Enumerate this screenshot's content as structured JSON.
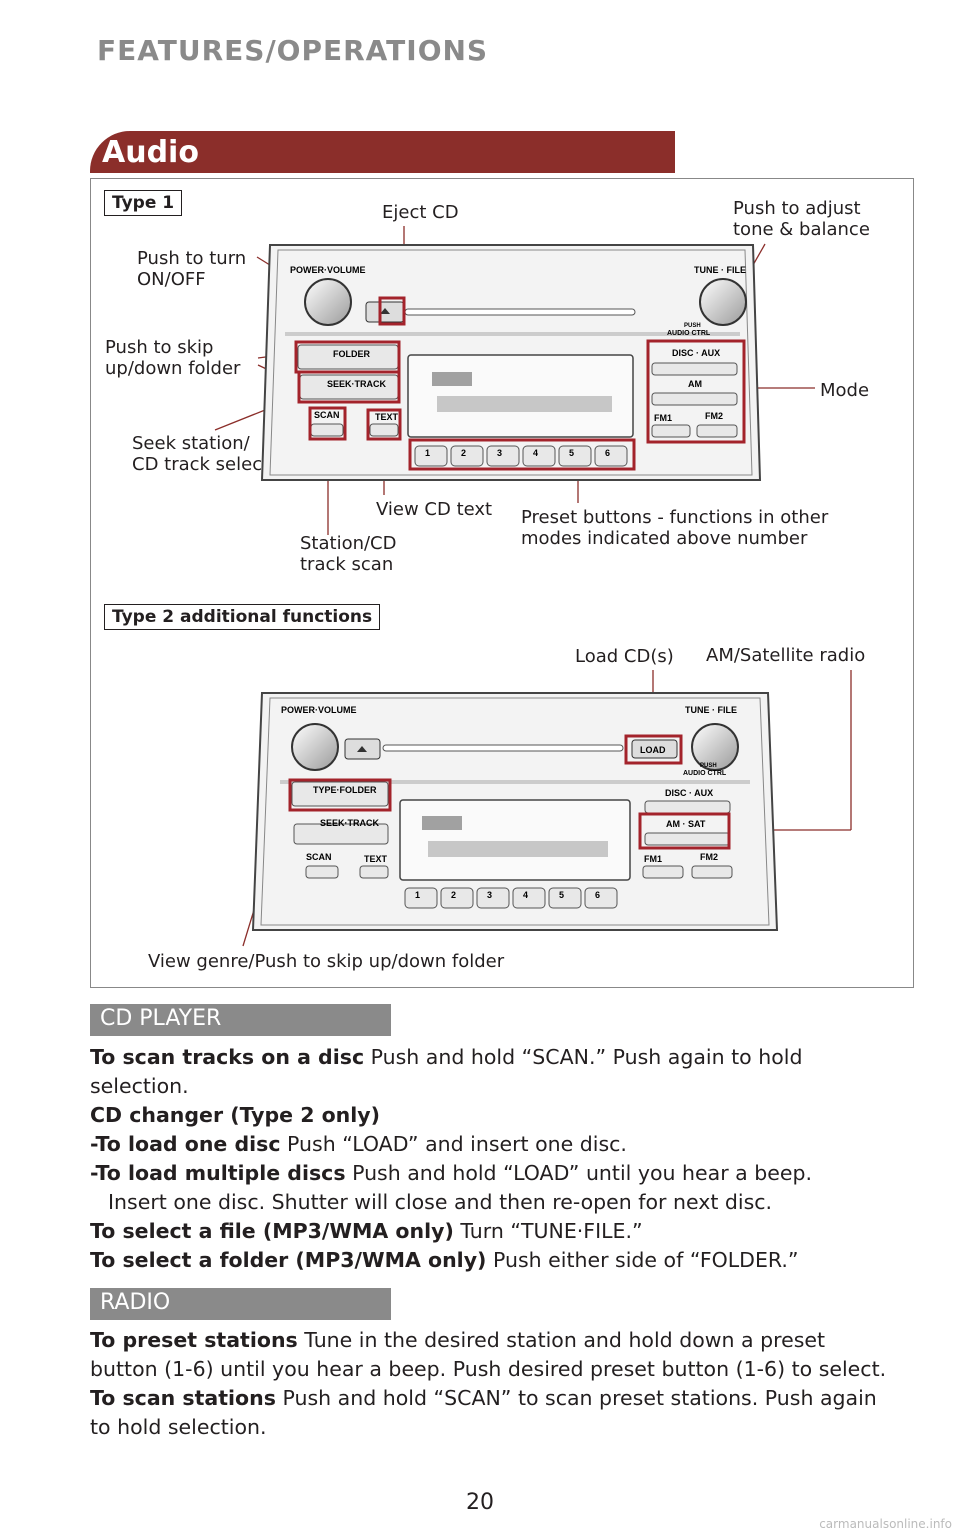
{
  "header": {
    "title": "FEATURES/OPERATIONS"
  },
  "audio": {
    "title": "Audio"
  },
  "type1": {
    "tag": "Type 1",
    "callouts": {
      "eject": "Eject CD",
      "tone": "Push to adjust\ntone & balance",
      "power": "Push to turn\nON/OFF",
      "folder": "Push to skip\nup/down folder",
      "mode": "Mode",
      "seek": "Seek station/\nCD track select",
      "text": "View CD text",
      "preset": "Preset buttons - functions in other\nmodes indicated above number",
      "scan": "Station/CD\ntrack scan"
    },
    "unit": {
      "power_volume": "POWER·VOLUME",
      "tune_file": "TUNE · FILE",
      "push_audio": "PUSH",
      "audio_ctrl": "AUDIO CTRL",
      "folder": "FOLDER",
      "seek_track": "SEEK·TRACK",
      "scan": "SCAN",
      "text": "TEXT",
      "disc_aux": "DISC · AUX",
      "am": "AM",
      "fm1": "FM1",
      "fm2": "FM2",
      "presets": [
        "1",
        "2",
        "3",
        "4",
        "5",
        "6"
      ]
    }
  },
  "type2": {
    "tag": "Type 2 additional functions",
    "callouts": {
      "load": "Load CD(s)",
      "satellite": "AM/Satellite radio",
      "genre": "View genre/Push to skip up/down folder"
    },
    "unit": {
      "power_volume": "POWER·VOLUME",
      "tune_file": "TUNE · FILE",
      "load": "LOAD",
      "push_audio": "PUSH",
      "audio_ctrl": "AUDIO CTRL",
      "type_folder": "TYPE·FOLDER",
      "seek_track": "SEEK·TRACK",
      "scan": "SCAN",
      "text": "TEXT",
      "disc_aux": "DISC · AUX",
      "am_sat": "AM · SAT",
      "fm1": "FM1",
      "fm2": "FM2",
      "presets": [
        "1",
        "2",
        "3",
        "4",
        "5",
        "6"
      ]
    }
  },
  "cd_player": {
    "title": "CD PLAYER",
    "scan_lead": "To scan tracks on a disc",
    "scan_text": " Push and hold “SCAN.” Push again to hold selection.",
    "changer": "CD changer (Type 2 only)",
    "load_one_lead": "-To load one disc",
    "load_one_text": " Push “LOAD” and insert one disc.",
    "load_multi_lead": "-To load multiple discs",
    "load_multi_text": " Push and hold “LOAD” until you hear a beep.",
    "load_multi_cont": "Insert one disc. Shutter will close and then re-open for next disc.",
    "file_lead": "To select a file (MP3/WMA only)",
    "file_text": " Turn “TUNE·FILE.”",
    "folder_lead": "To select a folder (MP3/WMA only)",
    "folder_text": " Push either side of “FOLDER.”"
  },
  "radio": {
    "title": "RADIO",
    "preset_lead": "To preset stations",
    "preset_text": " Tune in the desired station and hold down a preset button (1-6) until you hear a beep. Push desired preset button (1-6) to select.",
    "scan_lead": "To scan stations",
    "scan_text": " Push and hold “SCAN” to scan preset stations. Push again to hold selection."
  },
  "page_number": "20",
  "watermark": "carmanualsonline.info",
  "colors": {
    "banner": "#8b2e2a",
    "section": "#8a8a8a",
    "highlight": "#a3232b"
  }
}
